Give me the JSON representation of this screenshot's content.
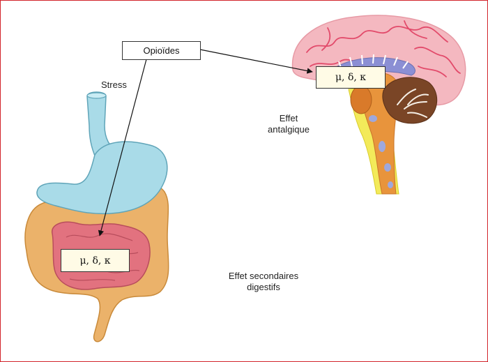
{
  "labels": {
    "opioides": "Opioïdes",
    "stress": "Stress",
    "receptors_brain": "μ, δ, κ",
    "receptors_gut": "μ, δ, κ",
    "effet_antalgique_line1": "Effet",
    "effet_antalgique_line2": "antalgique",
    "effet_digestif_line1": "Effet secondaires",
    "effet_digestif_line2": "digestifs"
  },
  "colors": {
    "frame_border": "#d2232a",
    "stomach": "#a9dbe8",
    "colon": "#ebb26a",
    "small_intestine": "#e2727f",
    "brain": "#f4b8c0",
    "brain_folds": "#e24a6a",
    "brainstem": "#e8943c",
    "cerebellum": "#7a4526",
    "spinal_outline": "#f3ea5a",
    "ventricle": "#8b8fd4",
    "label_box": "#fffbe6"
  }
}
